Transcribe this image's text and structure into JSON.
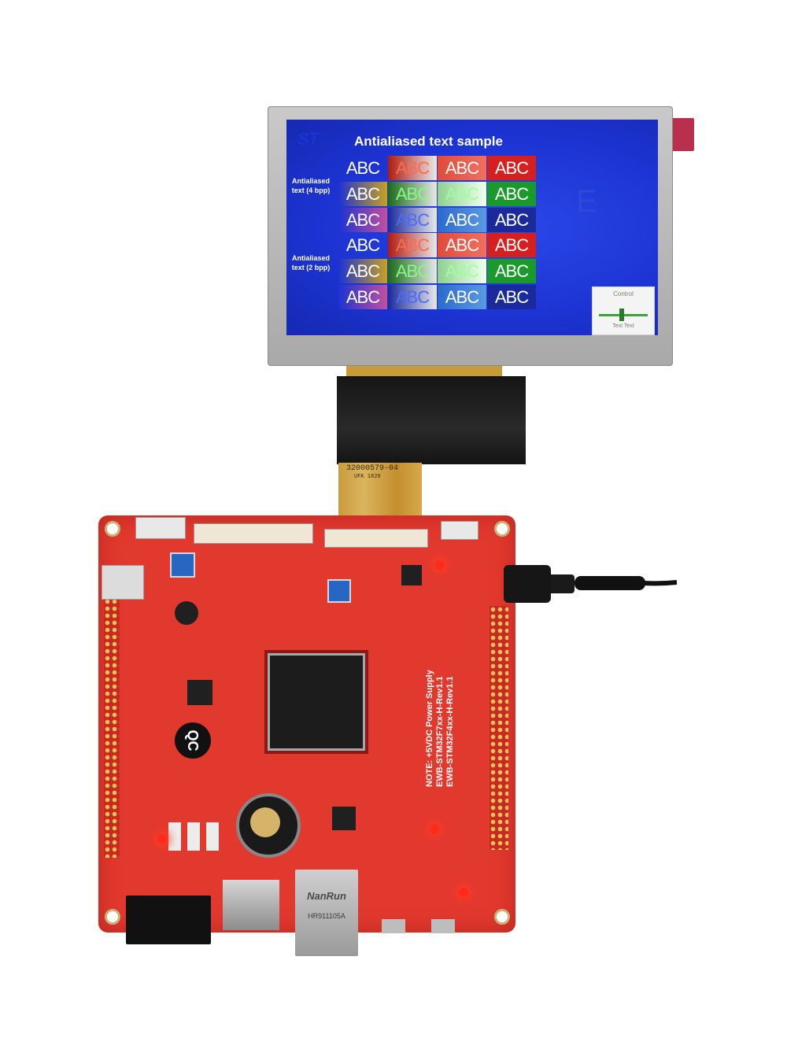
{
  "screen": {
    "logo_text": "ST",
    "title": "Antialiased text sample",
    "section_labels": [
      "Antialiased text (4 bpp)",
      "Antialiased text (2 bpp)"
    ],
    "sample_text": "ABC",
    "faint_letter": "E",
    "control_label": "Control",
    "control_footer": "Text   Text"
  },
  "flex_cable": {
    "part_code": "32000579-04",
    "date_code": "UFK 1820"
  },
  "board": {
    "silkscreen_lines": [
      "NOTE: +5VDC Power Supply",
      "EWB-STM32F7xx-H-Rev1.1",
      "EWB-STM32F4xx-H-Rev1.1"
    ],
    "badge": "QC",
    "ethernet_brand": "NanRun",
    "ethernet_model": "HR911105A"
  },
  "colors": {
    "screen_blue": "#1c33d2",
    "pcb_red": "#e2392e",
    "led_red": "#ff2a1a"
  }
}
